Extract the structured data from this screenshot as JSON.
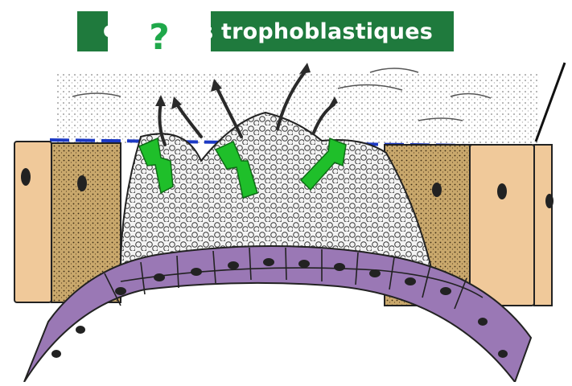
{
  "title": {
    "lead_text": "c",
    "visible_text": "es trophoblastiques"
  },
  "mask": {
    "symbol": "?"
  },
  "colors": {
    "banner_green": "#1f7a3d",
    "question_green": "#1fa84a",
    "arrow_green": "#1fbf2a",
    "cell_purple": "#9a78b5",
    "tissue_tan": "#b89a64",
    "cell_peach": "#f0c99a",
    "boundary_blue": "#1c39c4"
  },
  "icons": {
    "arrows": "upward-green-arrow",
    "mask": "question-mark"
  }
}
